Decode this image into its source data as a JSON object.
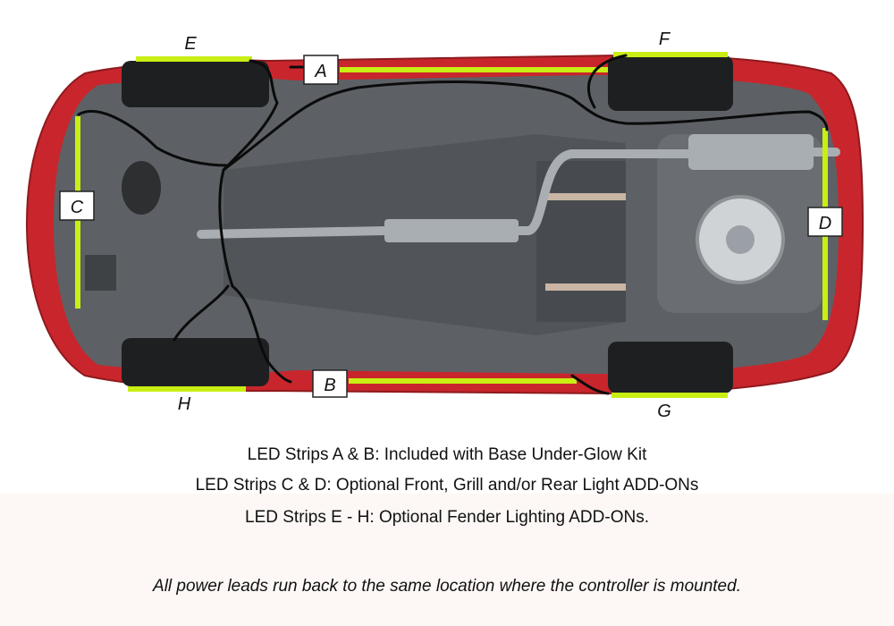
{
  "labels": {
    "A": "A",
    "B": "B",
    "C": "C",
    "D": "D",
    "E": "E",
    "F": "F",
    "G": "G",
    "H": "H"
  },
  "captions": {
    "line1": "LED Strips A & B:  Included with Base Under-Glow Kit",
    "line2": "LED Strips C & D:  Optional  Front, Grill and/or Rear Light ADD-ONs",
    "line3": "LED Strips E - H:  Optional  Fender Lighting ADD-ONs.",
    "note": "All power leads run back to the same location where the controller is mounted."
  },
  "colors": {
    "body_red": "#c8262c",
    "chassis": "#5b5f63",
    "led_strip": "#c8ee14",
    "wire": "#0b0b0b",
    "exhaust": "#a9aeb3",
    "tire": "#1e1f21"
  }
}
